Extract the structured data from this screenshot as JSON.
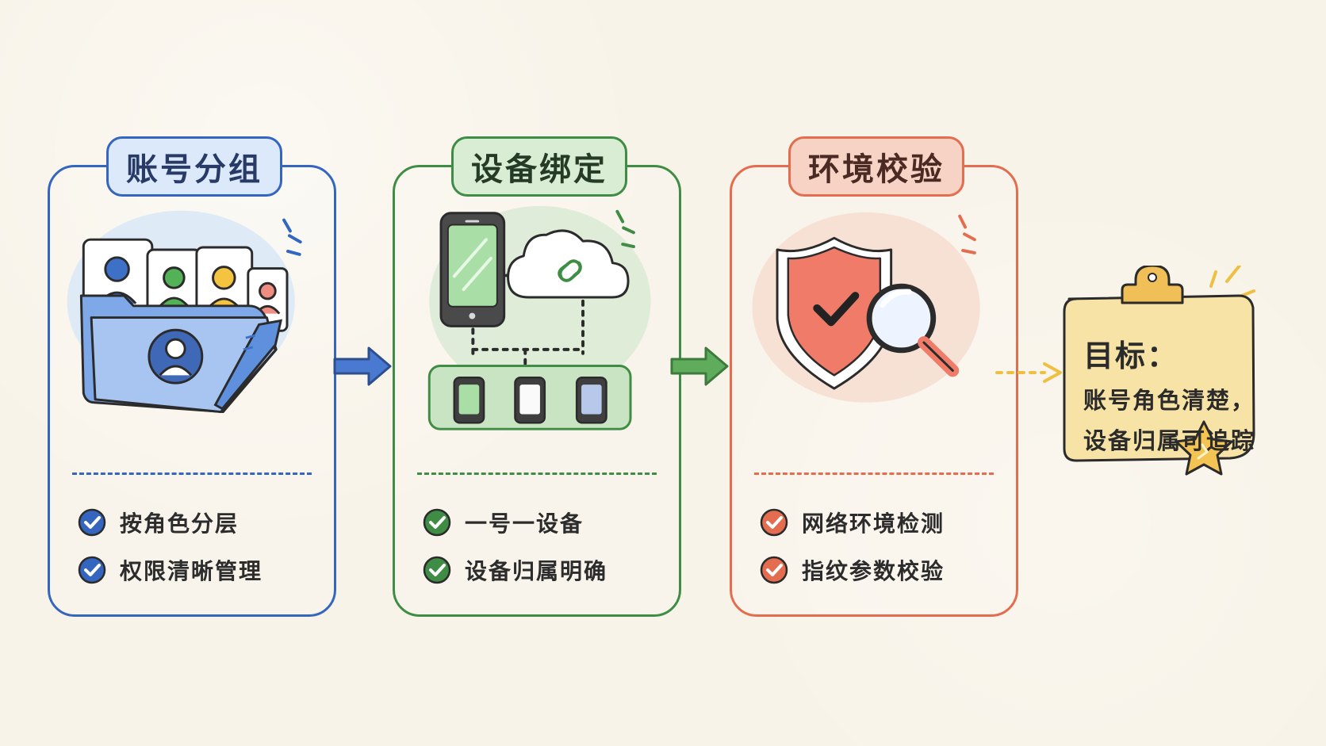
{
  "panels": [
    {
      "title": "账号分组",
      "items": [
        "按角色分层",
        "权限清晰管理"
      ],
      "accent": "#3566bf"
    },
    {
      "title": "设备绑定",
      "items": [
        "一号一设备",
        "设备归属明确"
      ],
      "accent": "#3f8d45"
    },
    {
      "title": "环境校验",
      "items": [
        "网络环境检测",
        "指纹参数校验"
      ],
      "accent": "#e46c4f"
    }
  ],
  "goal": {
    "title": "目标：",
    "lines": [
      "账号角色清楚，",
      "设备归属可追踪"
    ],
    "accent": "#f0bf57"
  },
  "icons": {
    "panel1": [
      "folder-icon",
      "user-card-icon"
    ],
    "panel2": [
      "phone-icon",
      "cloud-link-icon",
      "device-group-icon"
    ],
    "panel3": [
      "shield-check-icon",
      "magnifier-icon"
    ],
    "goal": [
      "clipboard-icon",
      "star-icon"
    ]
  }
}
